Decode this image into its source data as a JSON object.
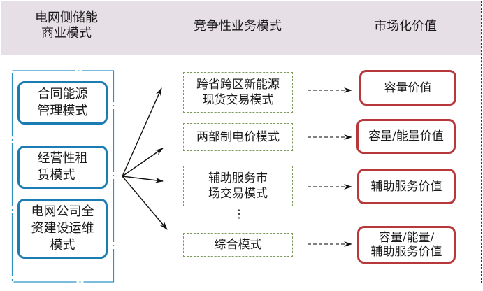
{
  "headers": {
    "col1_line1": "电网侧储能",
    "col1_line2": "商业模式",
    "col2": "竞争性业务模式",
    "col3": "市场化价值"
  },
  "business_models": [
    {
      "line1": "合同能源",
      "line2": "管理模式"
    },
    {
      "line1": "经营性租",
      "line2": "赁模式"
    },
    {
      "line1": "电网公司全",
      "line2": "资建设运维",
      "line3": "模式"
    }
  ],
  "competitive_models": [
    {
      "line1": "跨省跨区新能源",
      "line2": "现货交易模式"
    },
    {
      "line1": "两部制电价模式"
    },
    {
      "line1": "辅助服务市",
      "line2": "场交易模式"
    },
    {
      "line1": "综合模式"
    }
  ],
  "ellipsis": "⋮",
  "market_values": [
    {
      "line1": "容量价值"
    },
    {
      "line1": "容量/能量价值"
    },
    {
      "line1": "辅助服务价值"
    },
    {
      "line1": "容量/能量/",
      "line2": "辅助服务价值"
    }
  ],
  "colors": {
    "header_band": "#e7dfe6",
    "blue_border": "#1a7cb3",
    "green_dashed": "#7e9a5a",
    "red_border": "#b8373a"
  }
}
